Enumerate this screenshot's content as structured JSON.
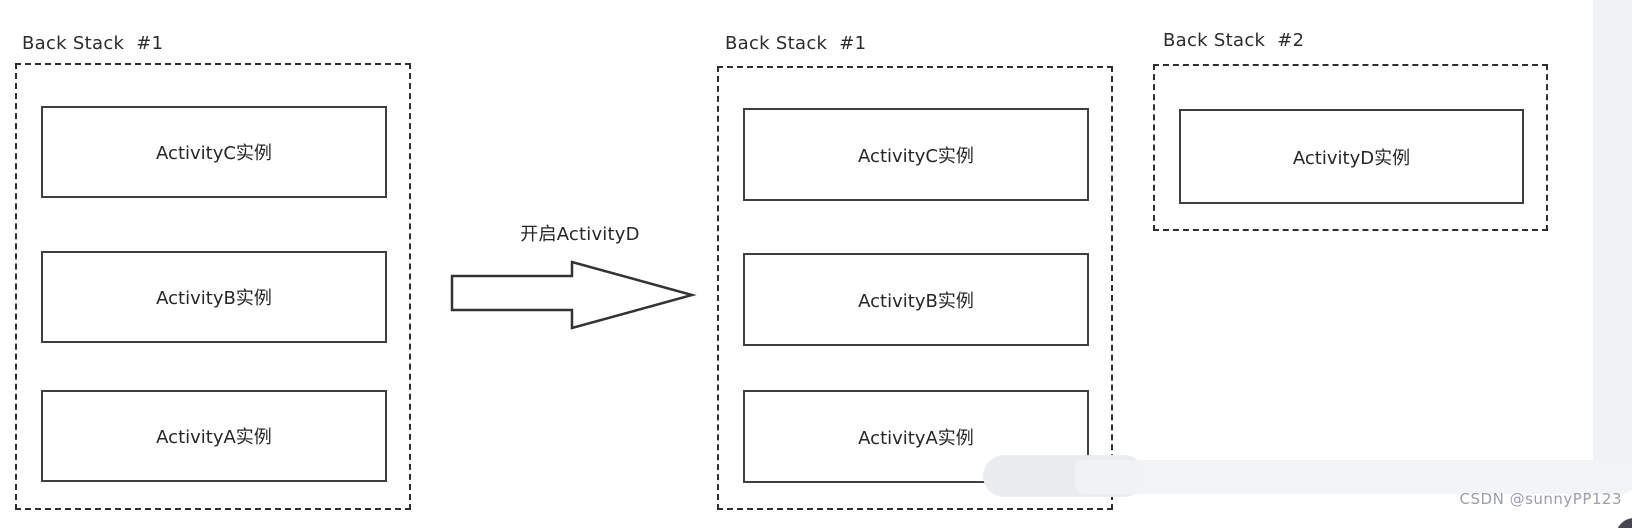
{
  "page": {
    "background": "#ffffff",
    "side_band_color": "#f1f2f4",
    "text_color": "#2b2b2b"
  },
  "stacks": [
    {
      "title": "Back Stack  #1",
      "items": [
        "ActivityC实例",
        "ActivityB实例",
        "ActivityA实例"
      ]
    },
    {
      "title": "Back Stack  #1",
      "items": [
        "ActivityC实例",
        "ActivityB实例",
        "ActivityA实例"
      ]
    },
    {
      "title": "Back Stack  #2",
      "items": [
        "ActivityD实例"
      ]
    }
  ],
  "arrow": {
    "label": "开启ActivityD"
  },
  "watermark": {
    "text": "CSDN @sunnyPP123",
    "color": "#9b9dab"
  }
}
